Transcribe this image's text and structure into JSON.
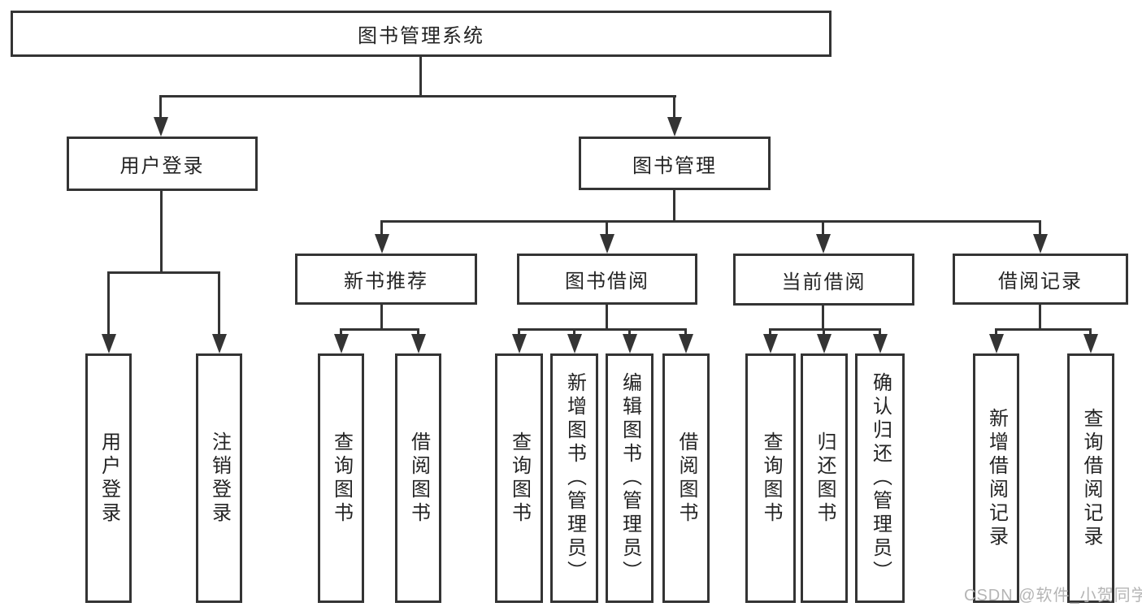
{
  "diagram": {
    "root": {
      "label": "图书管理系统"
    },
    "branches": [
      {
        "label": "用户登录",
        "children": [
          {
            "label": "用户登录"
          },
          {
            "label": "注销登录"
          }
        ]
      },
      {
        "label": "图书管理",
        "children": [
          {
            "label": "新书推荐",
            "children": [
              {
                "label": "查询图书"
              },
              {
                "label": "借阅图书"
              }
            ]
          },
          {
            "label": "图书借阅",
            "children": [
              {
                "label": "查询图书"
              },
              {
                "label": "新增图书（管理员）"
              },
              {
                "label": "编辑图书（管理员）"
              },
              {
                "label": "借阅图书"
              }
            ]
          },
          {
            "label": "当前借阅",
            "children": [
              {
                "label": "查询图书"
              },
              {
                "label": "归还图书"
              },
              {
                "label": "确认归还（管理员）"
              }
            ]
          },
          {
            "label": "借阅记录",
            "children": [
              {
                "label": "新增借阅记录"
              },
              {
                "label": "查询借阅记录"
              }
            ]
          }
        ]
      }
    ]
  },
  "watermark": {
    "text": "CSDN @软件_小贺同学"
  },
  "colors": {
    "line": "#343434",
    "text": "#242424",
    "background": "#ffffff",
    "watermark": "#b5b5b5"
  }
}
